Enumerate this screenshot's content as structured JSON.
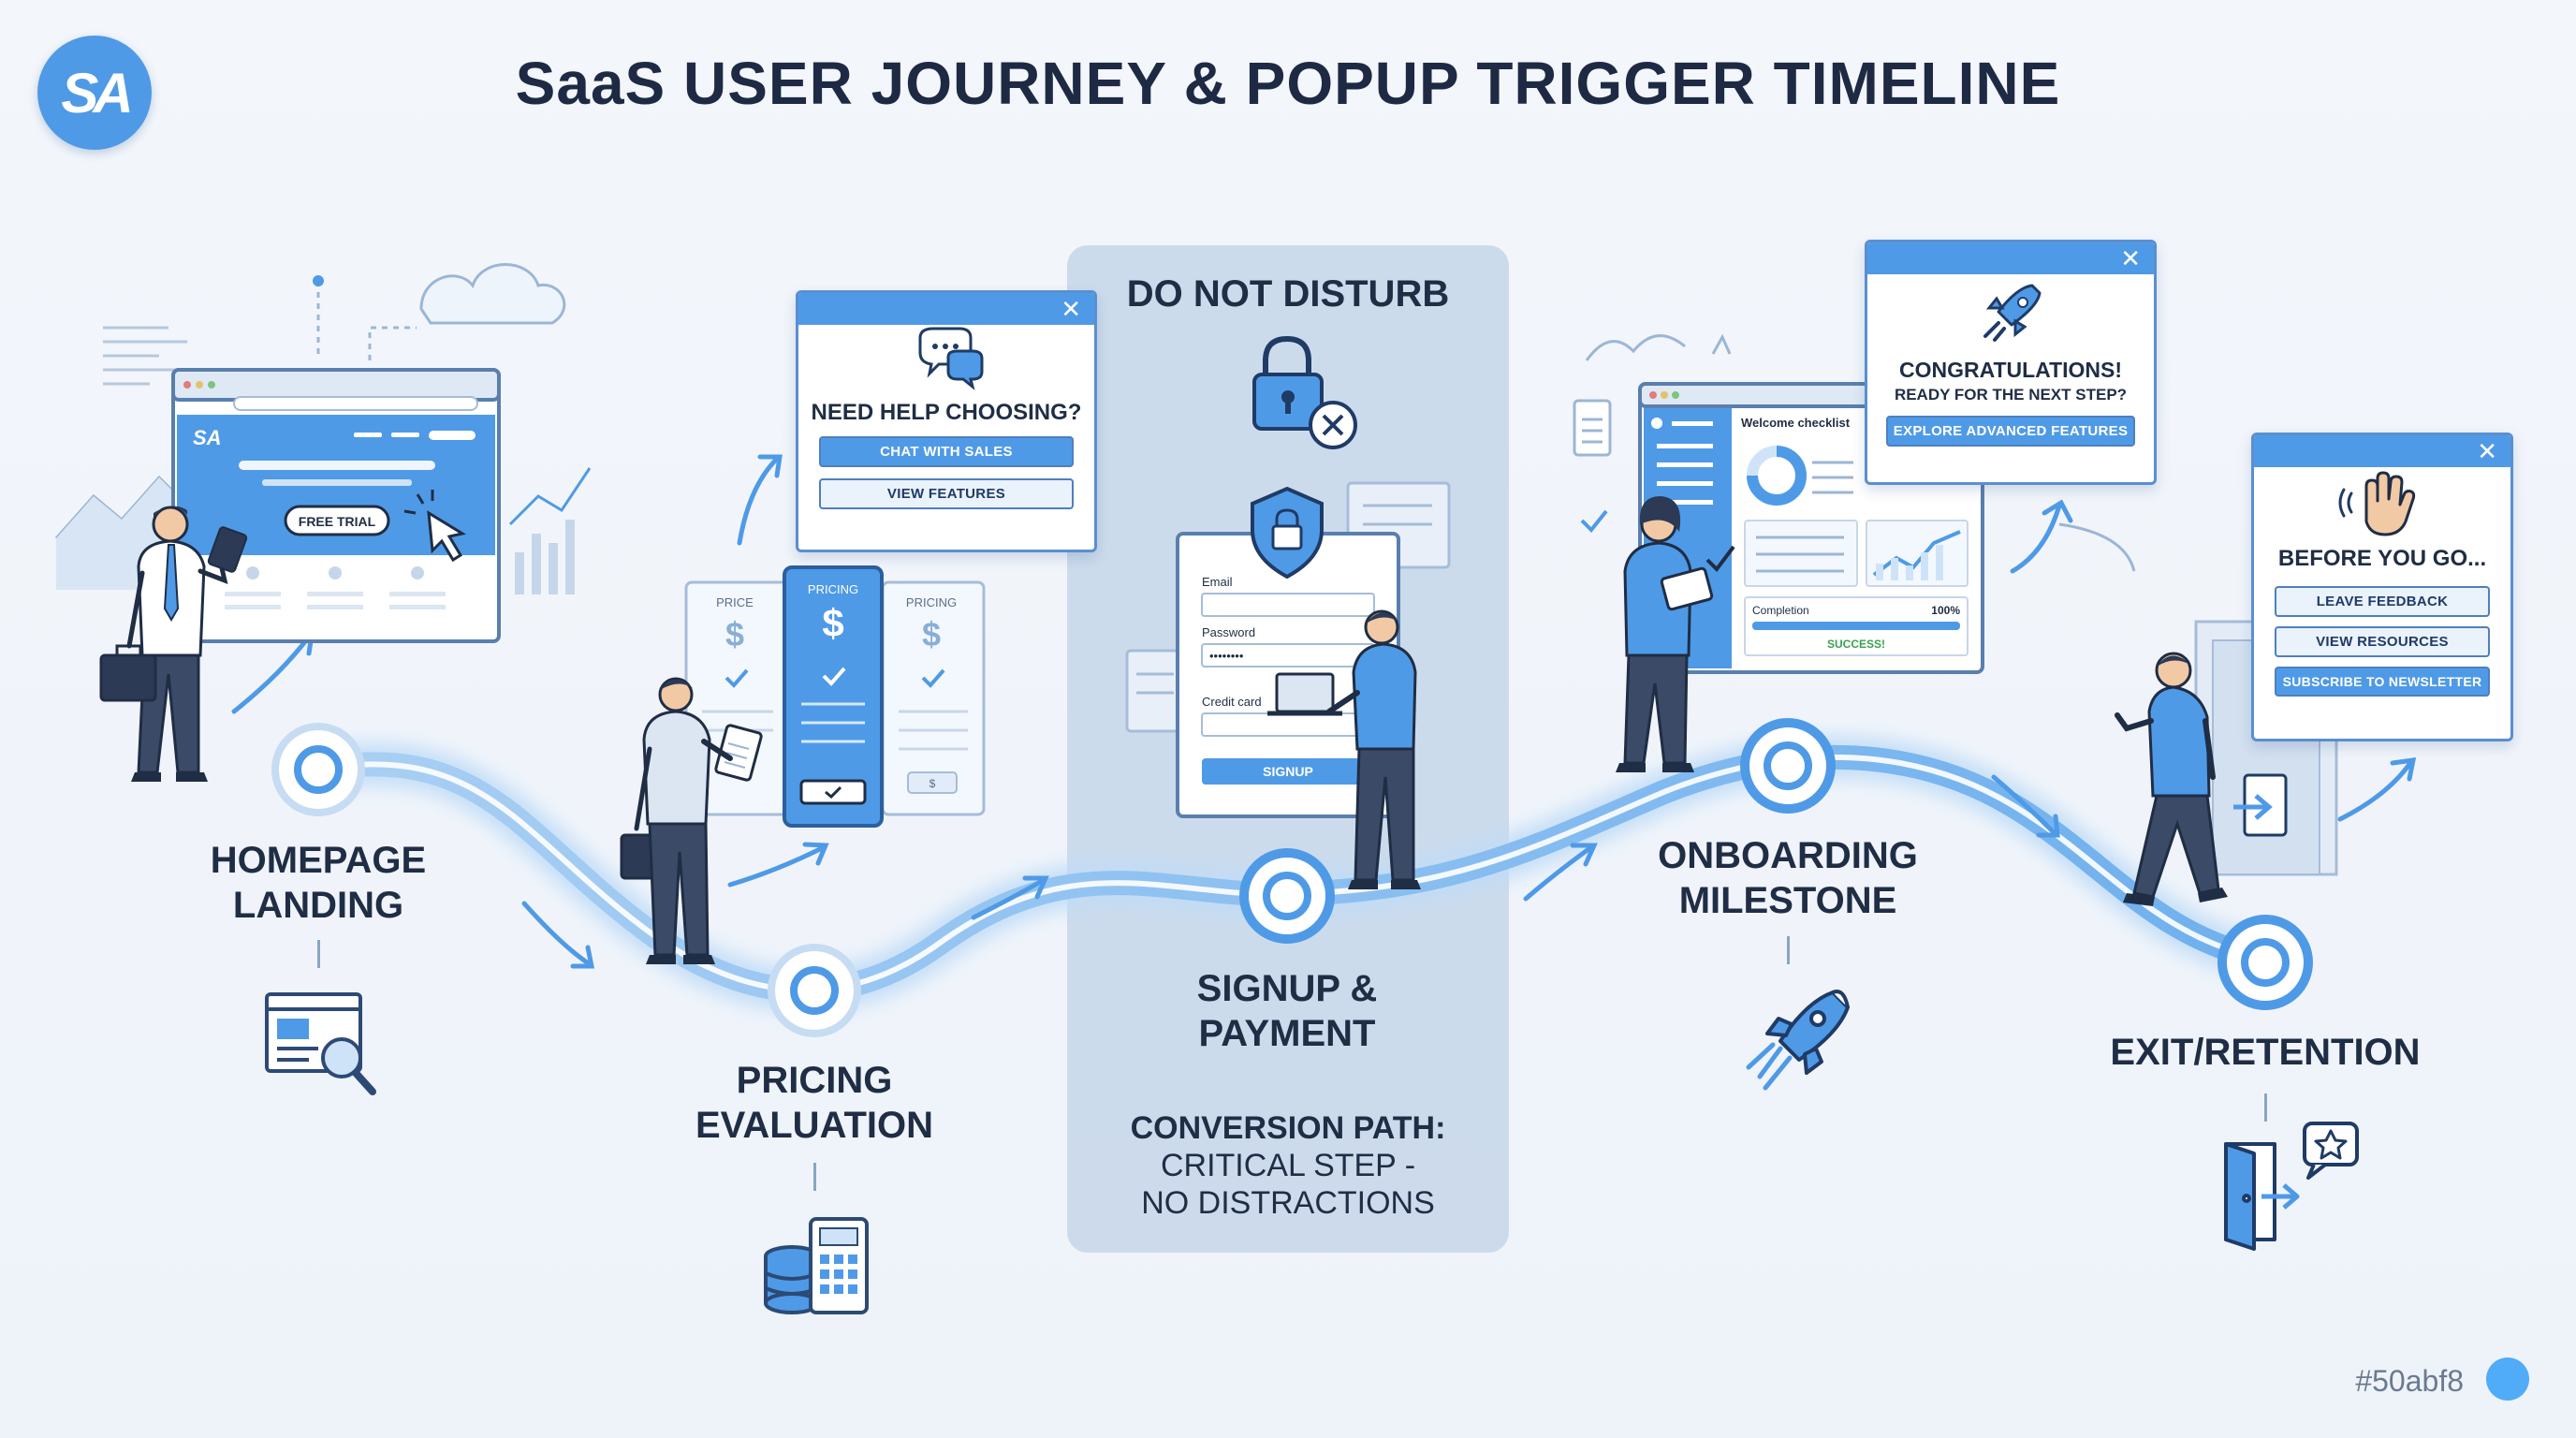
{
  "header": {
    "logo_text": "SA",
    "title": "SaaS USER JOURNEY & POPUP TRIGGER TIMELINE"
  },
  "colors": {
    "accent": "#4f9ae6",
    "path": "#8ec0f0",
    "zone": "#c9d8ea",
    "swatch": "#50abf8"
  },
  "stages": [
    {
      "label": "HOMEPAGE\nLANDING",
      "icon": "browser-search-icon"
    },
    {
      "label": "PRICING\nEVALUATION",
      "icon": "calculator-coins-icon"
    },
    {
      "label": "SIGNUP &\nPAYMENT",
      "icon": "lock-icon"
    },
    {
      "label": "ONBOARDING\nMILESTONE",
      "icon": "rocket-icon"
    },
    {
      "label": "EXIT/RETENTION",
      "icon": "exit-door-icon"
    }
  ],
  "dnd": {
    "title": "DO NOT DISTURB",
    "note_strong": "CONVERSION PATH:",
    "note_line1": "CRITICAL STEP -",
    "note_line2": "NO DISTRACTIONS"
  },
  "homepage_mock": {
    "logo": "SA",
    "cta": "FREE TRIAL"
  },
  "popup_help": {
    "close": "✕",
    "heading": "NEED HELP CHOOSING?",
    "btn_primary": "CHAT WITH SALES",
    "btn_secondary": "VIEW FEATURES"
  },
  "pricing_cards": [
    {
      "label": "PRICE",
      "symbol": "$"
    },
    {
      "label": "PRICING",
      "symbol": "$"
    },
    {
      "label": "PRICING",
      "symbol": "$"
    }
  ],
  "signup_form": {
    "email_label": "Email",
    "password_label": "Password",
    "password_value": "••••••••",
    "card_label": "Credit card",
    "submit": "SIGNUP"
  },
  "onboarding_dashboard": {
    "checklist_title": "Welcome checklist",
    "completion_label": "Completion",
    "completion_value": "100%",
    "success": "SUCCESS!"
  },
  "popup_congrats": {
    "close": "✕",
    "heading": "CONGRATULATIONS!",
    "subheading": "READY FOR THE NEXT STEP?",
    "btn_primary": "EXPLORE ADVANCED FEATURES"
  },
  "popup_exit": {
    "close": "✕",
    "heading": "BEFORE YOU GO...",
    "btn_1": "LEAVE FEEDBACK",
    "btn_2": "VIEW RESOURCES",
    "btn_3": "SUBSCRIBE TO NEWSLETTER"
  },
  "footer": {
    "hex_code": "#50abf8"
  }
}
